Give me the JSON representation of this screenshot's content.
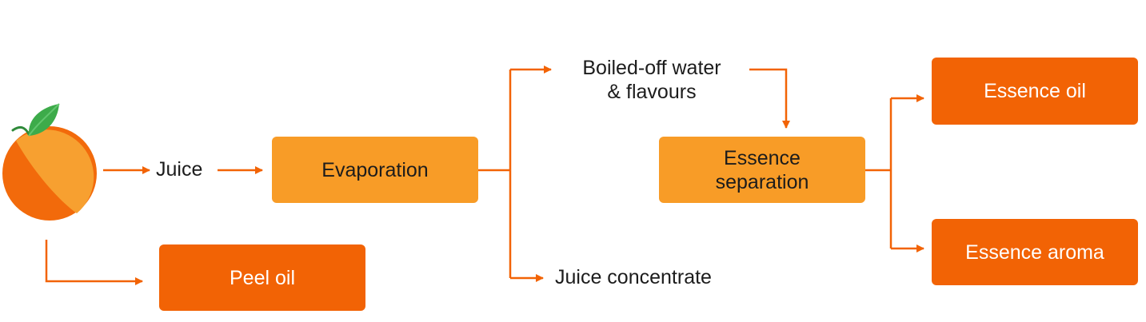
{
  "colors": {
    "arrow": "#f26305",
    "process_box": "#f89c27",
    "product_box": "#f26305",
    "orange_light": "#f7a030",
    "orange_dark": "#f26a0b",
    "leaf": "#3dab4a",
    "leaf_light": "#62c66e",
    "stem": "#2f8a3a"
  },
  "icons": {
    "orange": "orange-fruit-icon"
  },
  "nodes": {
    "juice": "Juice",
    "evaporation": "Evaporation",
    "peel_oil": "Peel oil",
    "boiled_off": {
      "line1": "Boiled-off water",
      "line2": "& flavours"
    },
    "juice_concentrate": "Juice concentrate",
    "essence_separation": {
      "line1": "Essence",
      "line2": "separation"
    },
    "essence_oil": "Essence oil",
    "essence_aroma": "Essence aroma"
  }
}
